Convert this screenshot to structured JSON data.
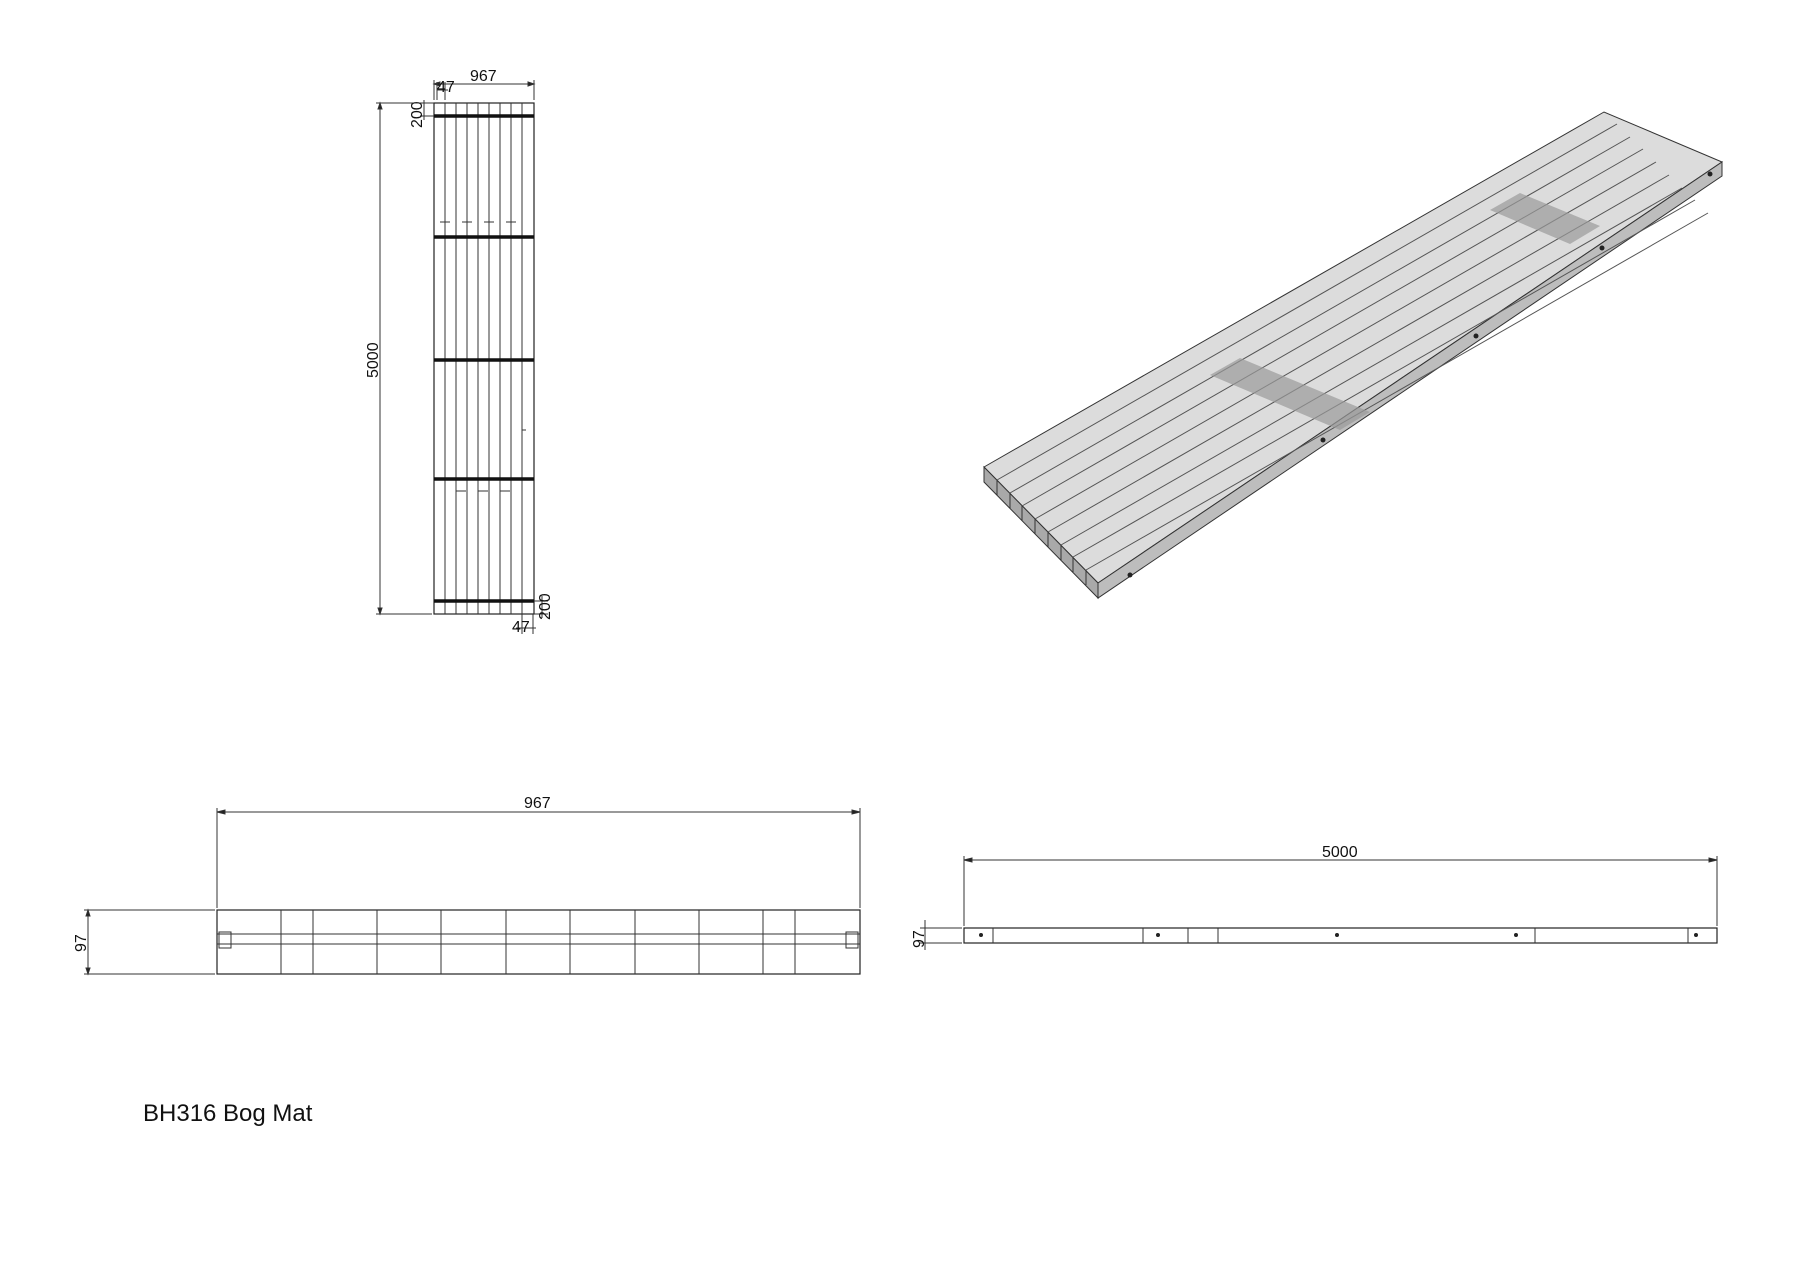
{
  "title": "BH316 Bog Mat",
  "plan_view": {
    "width_label": "967",
    "length_label": "5000",
    "top_edge_offset_label": "200",
    "bottom_edge_offset_label": "200",
    "top_slat_width_label": "47",
    "bottom_slat_width_label": "47"
  },
  "front_view": {
    "width_label": "967",
    "height_label": "97"
  },
  "side_view": {
    "length_label": "5000",
    "height_label": "97"
  },
  "colors": {
    "line": "#222222",
    "iso_top": "#dcdcdc",
    "iso_side": "#bdbdbd",
    "iso_end": "#a9a9a9"
  }
}
